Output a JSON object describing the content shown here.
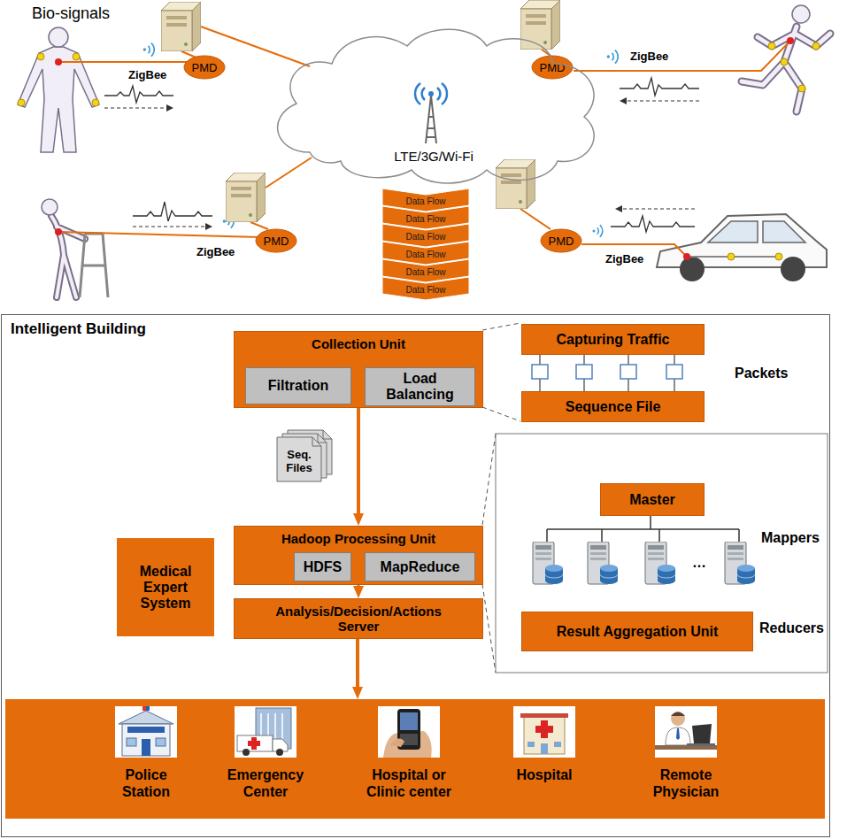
{
  "diagram": {
    "nodes": [
      {
        "text": [
          "PMD"
        ]
      },
      {
        "text": [
          "PMD"
        ]
      },
      {
        "text": [
          "LTE/3G/Wi-Fi"
        ]
      },
      {
        "text": [
          "PMD"
        ]
      },
      {
        "text": [
          "PMD"
        ]
      },
      {
        "text": [
          "Data Flow"
        ]
      },
      {
        "text": [
          "Data Flow"
        ]
      },
      {
        "text": [
          "Data Flow"
        ]
      },
      {
        "text": [
          "Data Flow"
        ]
      },
      {
        "text": [
          "Data Flow"
        ]
      },
      {
        "text": [
          "Data Flow"
        ]
      },
      {
        "text": [
          "Intelligent Building"
        ]
      },
      {
        "text": [
          "Collection Unit"
        ],
        "in": 11
      },
      {
        "text": [
          "Filtration"
        ],
        "in": 12
      },
      {
        "text": [
          "Load Balancing"
        ],
        "in": 12
      },
      {
        "text": [
          "Capturing Traffic"
        ],
        "in": 11
      },
      {
        "text": [
          "Sequence File"
        ],
        "in": 11
      },
      {
        "text": [
          "Seq. Files"
        ],
        "in": 11
      },
      {
        "text": [
          "Master"
        ],
        "in": 11
      },
      {
        "text": [
          "Medical Expert System"
        ],
        "in": 11
      },
      {
        "text": [
          "Hadoop Processing Unit"
        ],
        "in": 11
      },
      {
        "text": [
          "HDFS"
        ],
        "in": 20
      },
      {
        "text": [
          "MapReduce"
        ],
        "in": 20
      },
      {
        "text": [
          "Analysis/Decision/Actions Server"
        ],
        "in": 11
      },
      {
        "text": [
          "Result Aggregation Unit"
        ],
        "in": 11
      }
    ],
    "edges": [
      {
        "from": 12,
        "to": 20,
        "arrow": "to"
      },
      {
        "from": 20,
        "to": 23,
        "arrow": "to"
      },
      {
        "from": 15,
        "to": 16,
        "arrow": "none"
      },
      {
        "from": 15,
        "to": 16,
        "arrow": "none"
      },
      {
        "from": 15,
        "to": 16,
        "arrow": "none"
      },
      {
        "from": 15,
        "to": 16,
        "arrow": "none"
      }
    ],
    "labels": [
      "Bio-signals",
      "ZigBee",
      "ZigBee",
      "ZigBee",
      "ZigBee",
      "Packets",
      "Mappers",
      "…",
      "Reducers",
      "Police Station",
      "Emergency Center",
      "Hospital or Clinic center",
      "Hospital",
      "Remote Physician"
    ]
  }
}
